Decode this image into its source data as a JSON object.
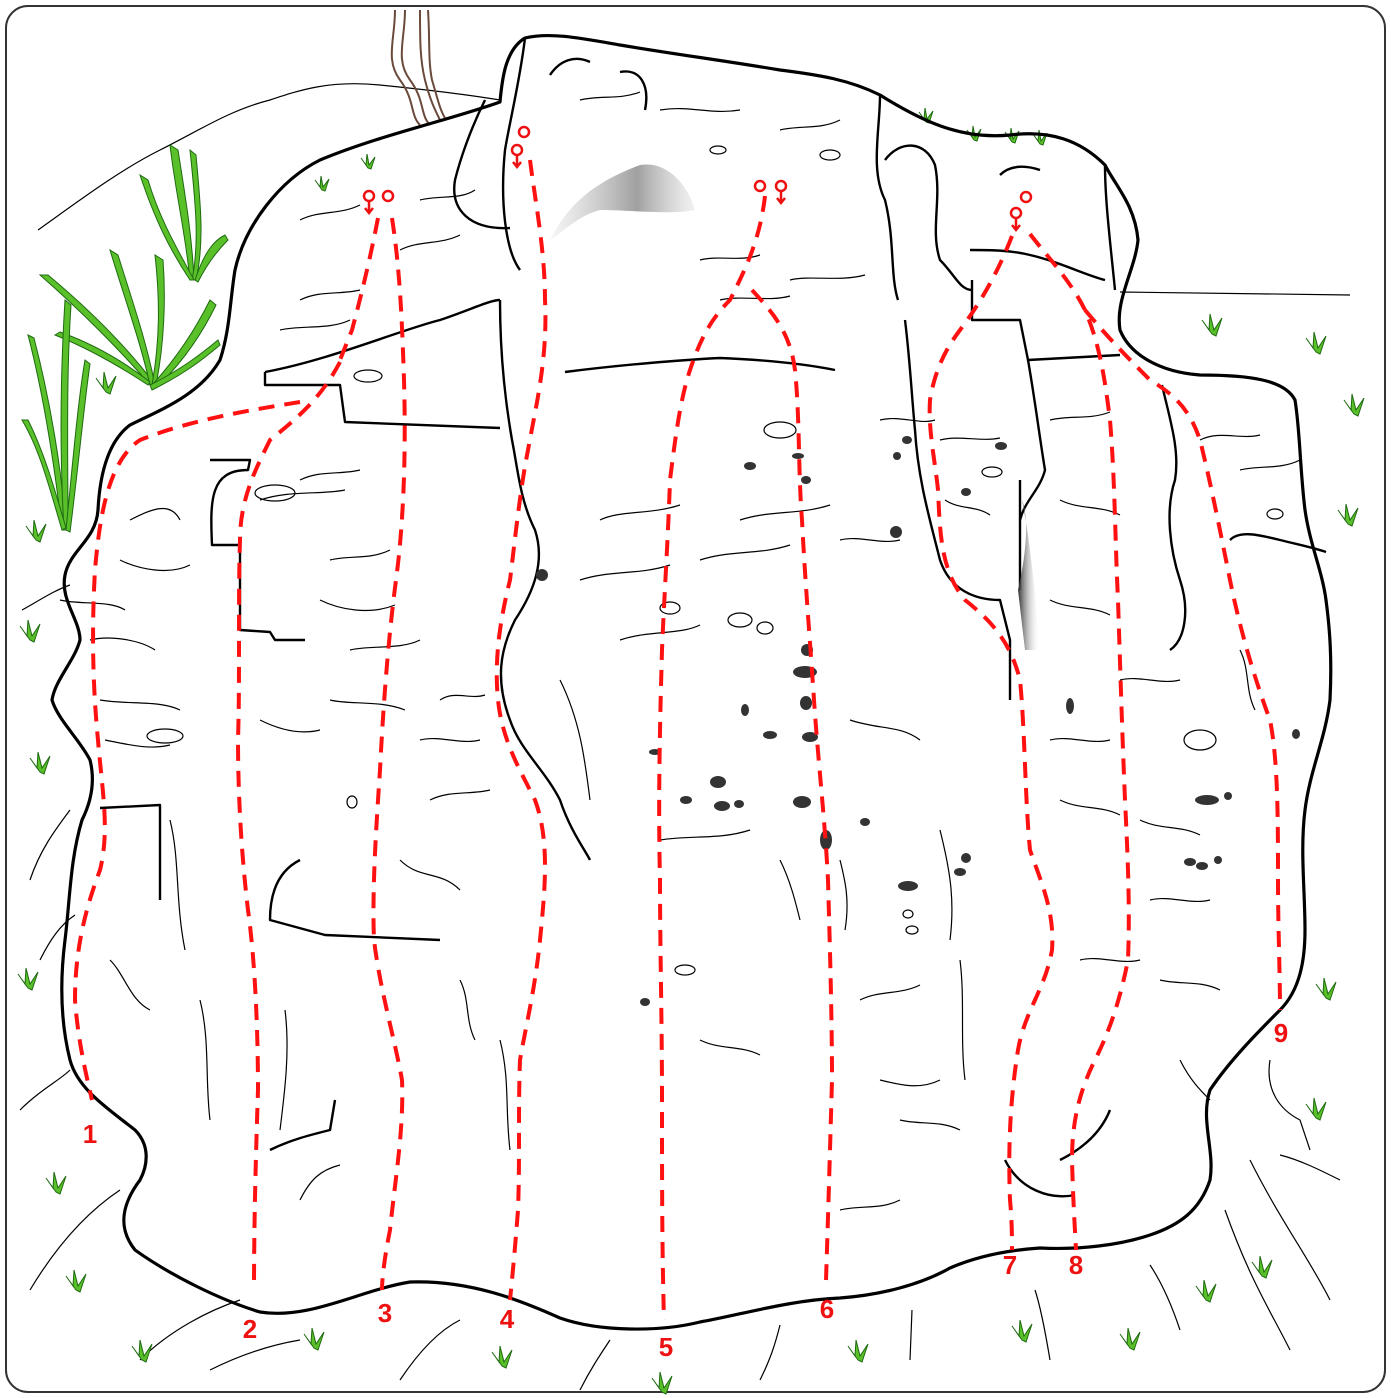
{
  "routes": [
    {
      "number": "1"
    },
    {
      "number": "2"
    },
    {
      "number": "3"
    },
    {
      "number": "4"
    },
    {
      "number": "5"
    },
    {
      "number": "6"
    },
    {
      "number": "7"
    },
    {
      "number": "8"
    },
    {
      "number": "9"
    }
  ],
  "colors": {
    "route_line": "#ff1111",
    "route_label": "#ee1111",
    "rock_outline": "#000000",
    "vegetation": "#5ac02a",
    "frame_border": "#333333"
  },
  "icons": [
    "anchor-icon",
    "grass-tuft-icon",
    "palm-plant-icon",
    "rope-icon"
  ]
}
